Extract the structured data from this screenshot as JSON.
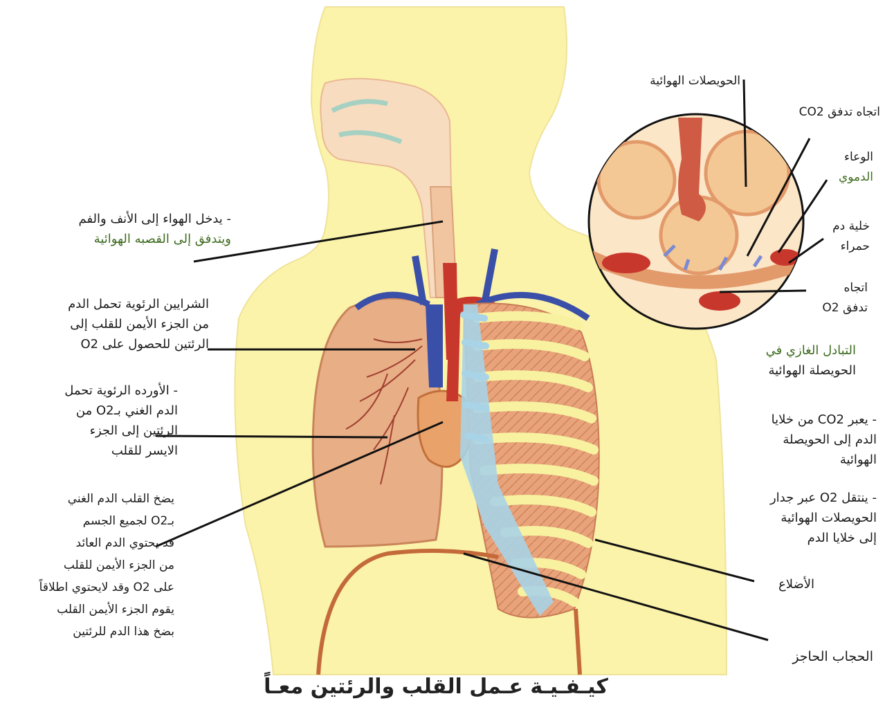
{
  "title": "كيـفـيـة عـمل القلب والرئتين معـاً",
  "labels": {
    "air_entry": [
      "- يدخل الهواء إلى الأنف والفم",
      "ويتدفق إلى القصبه الهوائية"
    ],
    "pulmonary_arteries": [
      "الشرايين الرئوية تحمل الدم",
      "من الجزء الأيمن للقلب إلى",
      "الرئتين للحصول على O2"
    ],
    "pulmonary_veins": [
      "- الأورده الرئوية تحمل",
      "الدم الغني بـO2 من",
      "الرئتين إلى الجزء",
      "الايسر للقلب"
    ],
    "heart_pumps": [
      "يضخ القلب الدم الغني",
      "بـO2 لجميع الجسم",
      "قد يحتوي الدم العائد",
      "من الجزء الأيمن للقلب",
      "على O2 وقد لايحتوي اطلاقاً",
      "يقوم الجزء الأيمن القلب",
      "بضخ هذا الدم للرئتين"
    ],
    "alveoli": [
      "الحويصلات الهوائية"
    ],
    "co2_flow": [
      "اتجاه تدفق CO2"
    ],
    "blood_vessel": [
      "الوعاء",
      "الدموي"
    ],
    "red_cell": [
      "خلية دم",
      "حمراء"
    ],
    "o2_flow": [
      "اتجاه",
      "تدفق O2"
    ],
    "gas_exchange": [
      "التبادل الغازي في",
      "الحويصلة الهوائية"
    ],
    "co2_passes": [
      "- يعبر CO2 من خلايا",
      "الدم إلى الحويصلة",
      "الهوائية"
    ],
    "o2_moves": [
      "- ينتقل O2 عبر جدار",
      "الحويصلات الهوائية",
      "إلى خلايا الدم"
    ],
    "ribs": [
      "الأضلاع"
    ],
    "diaphragm": [
      "الحجاب الحاجز"
    ]
  },
  "colors": {
    "body": "#fbf3a9",
    "lung": "#e8ae86",
    "artery": "#c8372c",
    "vein": "#3a4fa8",
    "rib": "#f7f1a0",
    "cartilage": "#a9d3e6",
    "accent_green": "#3e6b1f"
  }
}
